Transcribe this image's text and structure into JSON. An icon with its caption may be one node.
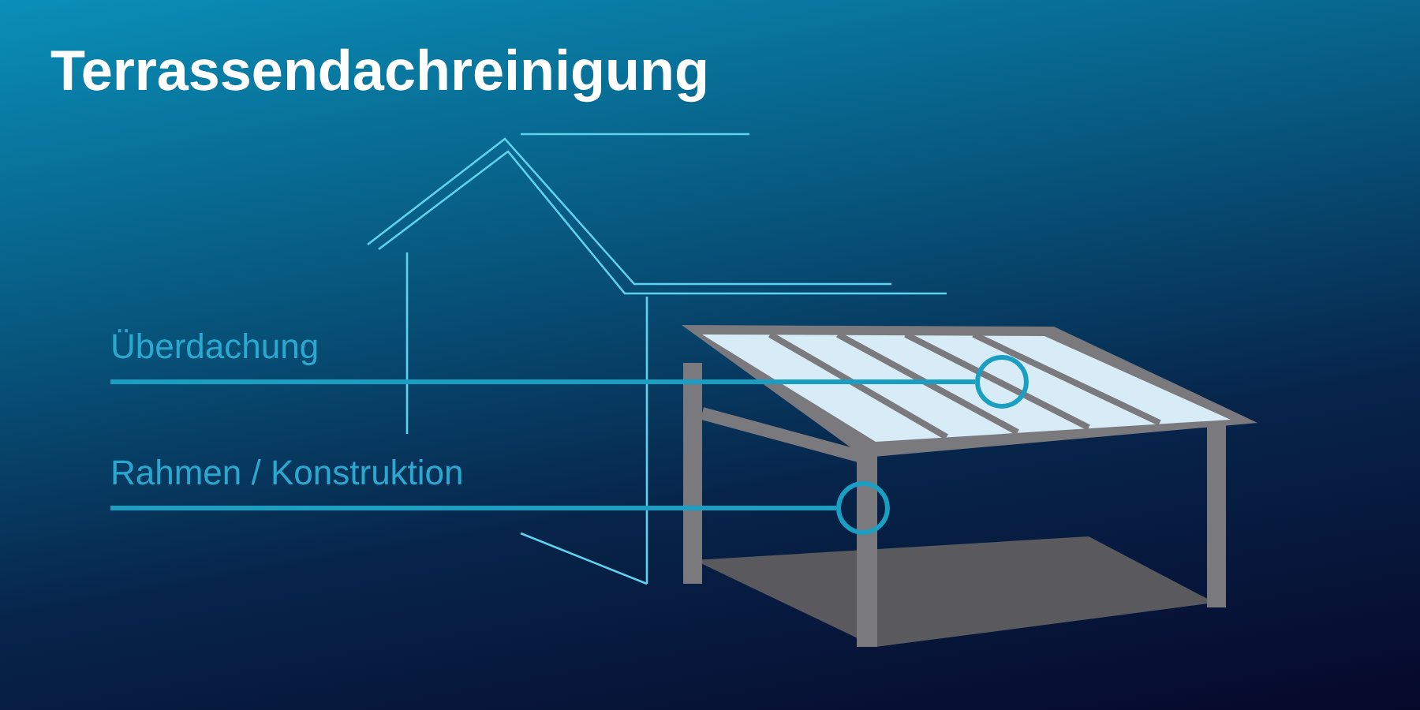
{
  "diagram": {
    "title": "Terrassendachreinigung",
    "nodes": [
      {
        "text": [
          "Überdachung"
        ]
      },
      {
        "text": [],
        "shape": "circle"
      },
      {
        "text": [
          "Rahmen / Konstruktion"
        ]
      },
      {
        "text": [],
        "shape": "circle"
      }
    ],
    "edges": [
      {
        "from": 0,
        "to": 1,
        "arrow": "none"
      },
      {
        "from": 2,
        "to": 3,
        "arrow": "none"
      }
    ]
  }
}
